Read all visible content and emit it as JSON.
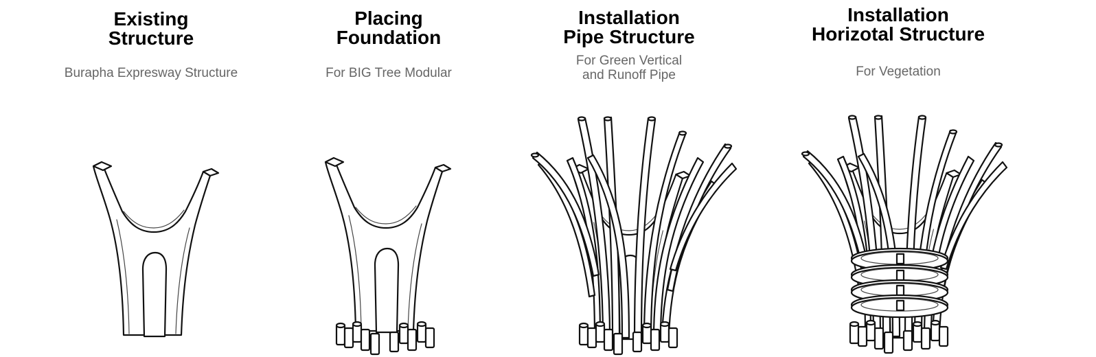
{
  "steps": [
    {
      "title": [
        "Existing",
        "Structure"
      ],
      "subtitle": [
        "Burapha Expresway Structure"
      ]
    },
    {
      "title": [
        "Placing",
        "Foundation"
      ],
      "subtitle": [
        "For BIG Tree Modular"
      ]
    },
    {
      "title": [
        "Installation",
        "Pipe Structure"
      ],
      "subtitle": [
        "For Green Vertical",
        "and Runoff Pipe"
      ]
    },
    {
      "title": [
        "Installation",
        "Horizotal Structure"
      ],
      "subtitle": [
        "For Vegetation"
      ]
    }
  ],
  "colors": {
    "title": "#000000",
    "subtitle": "#666666",
    "line": "#111111"
  }
}
